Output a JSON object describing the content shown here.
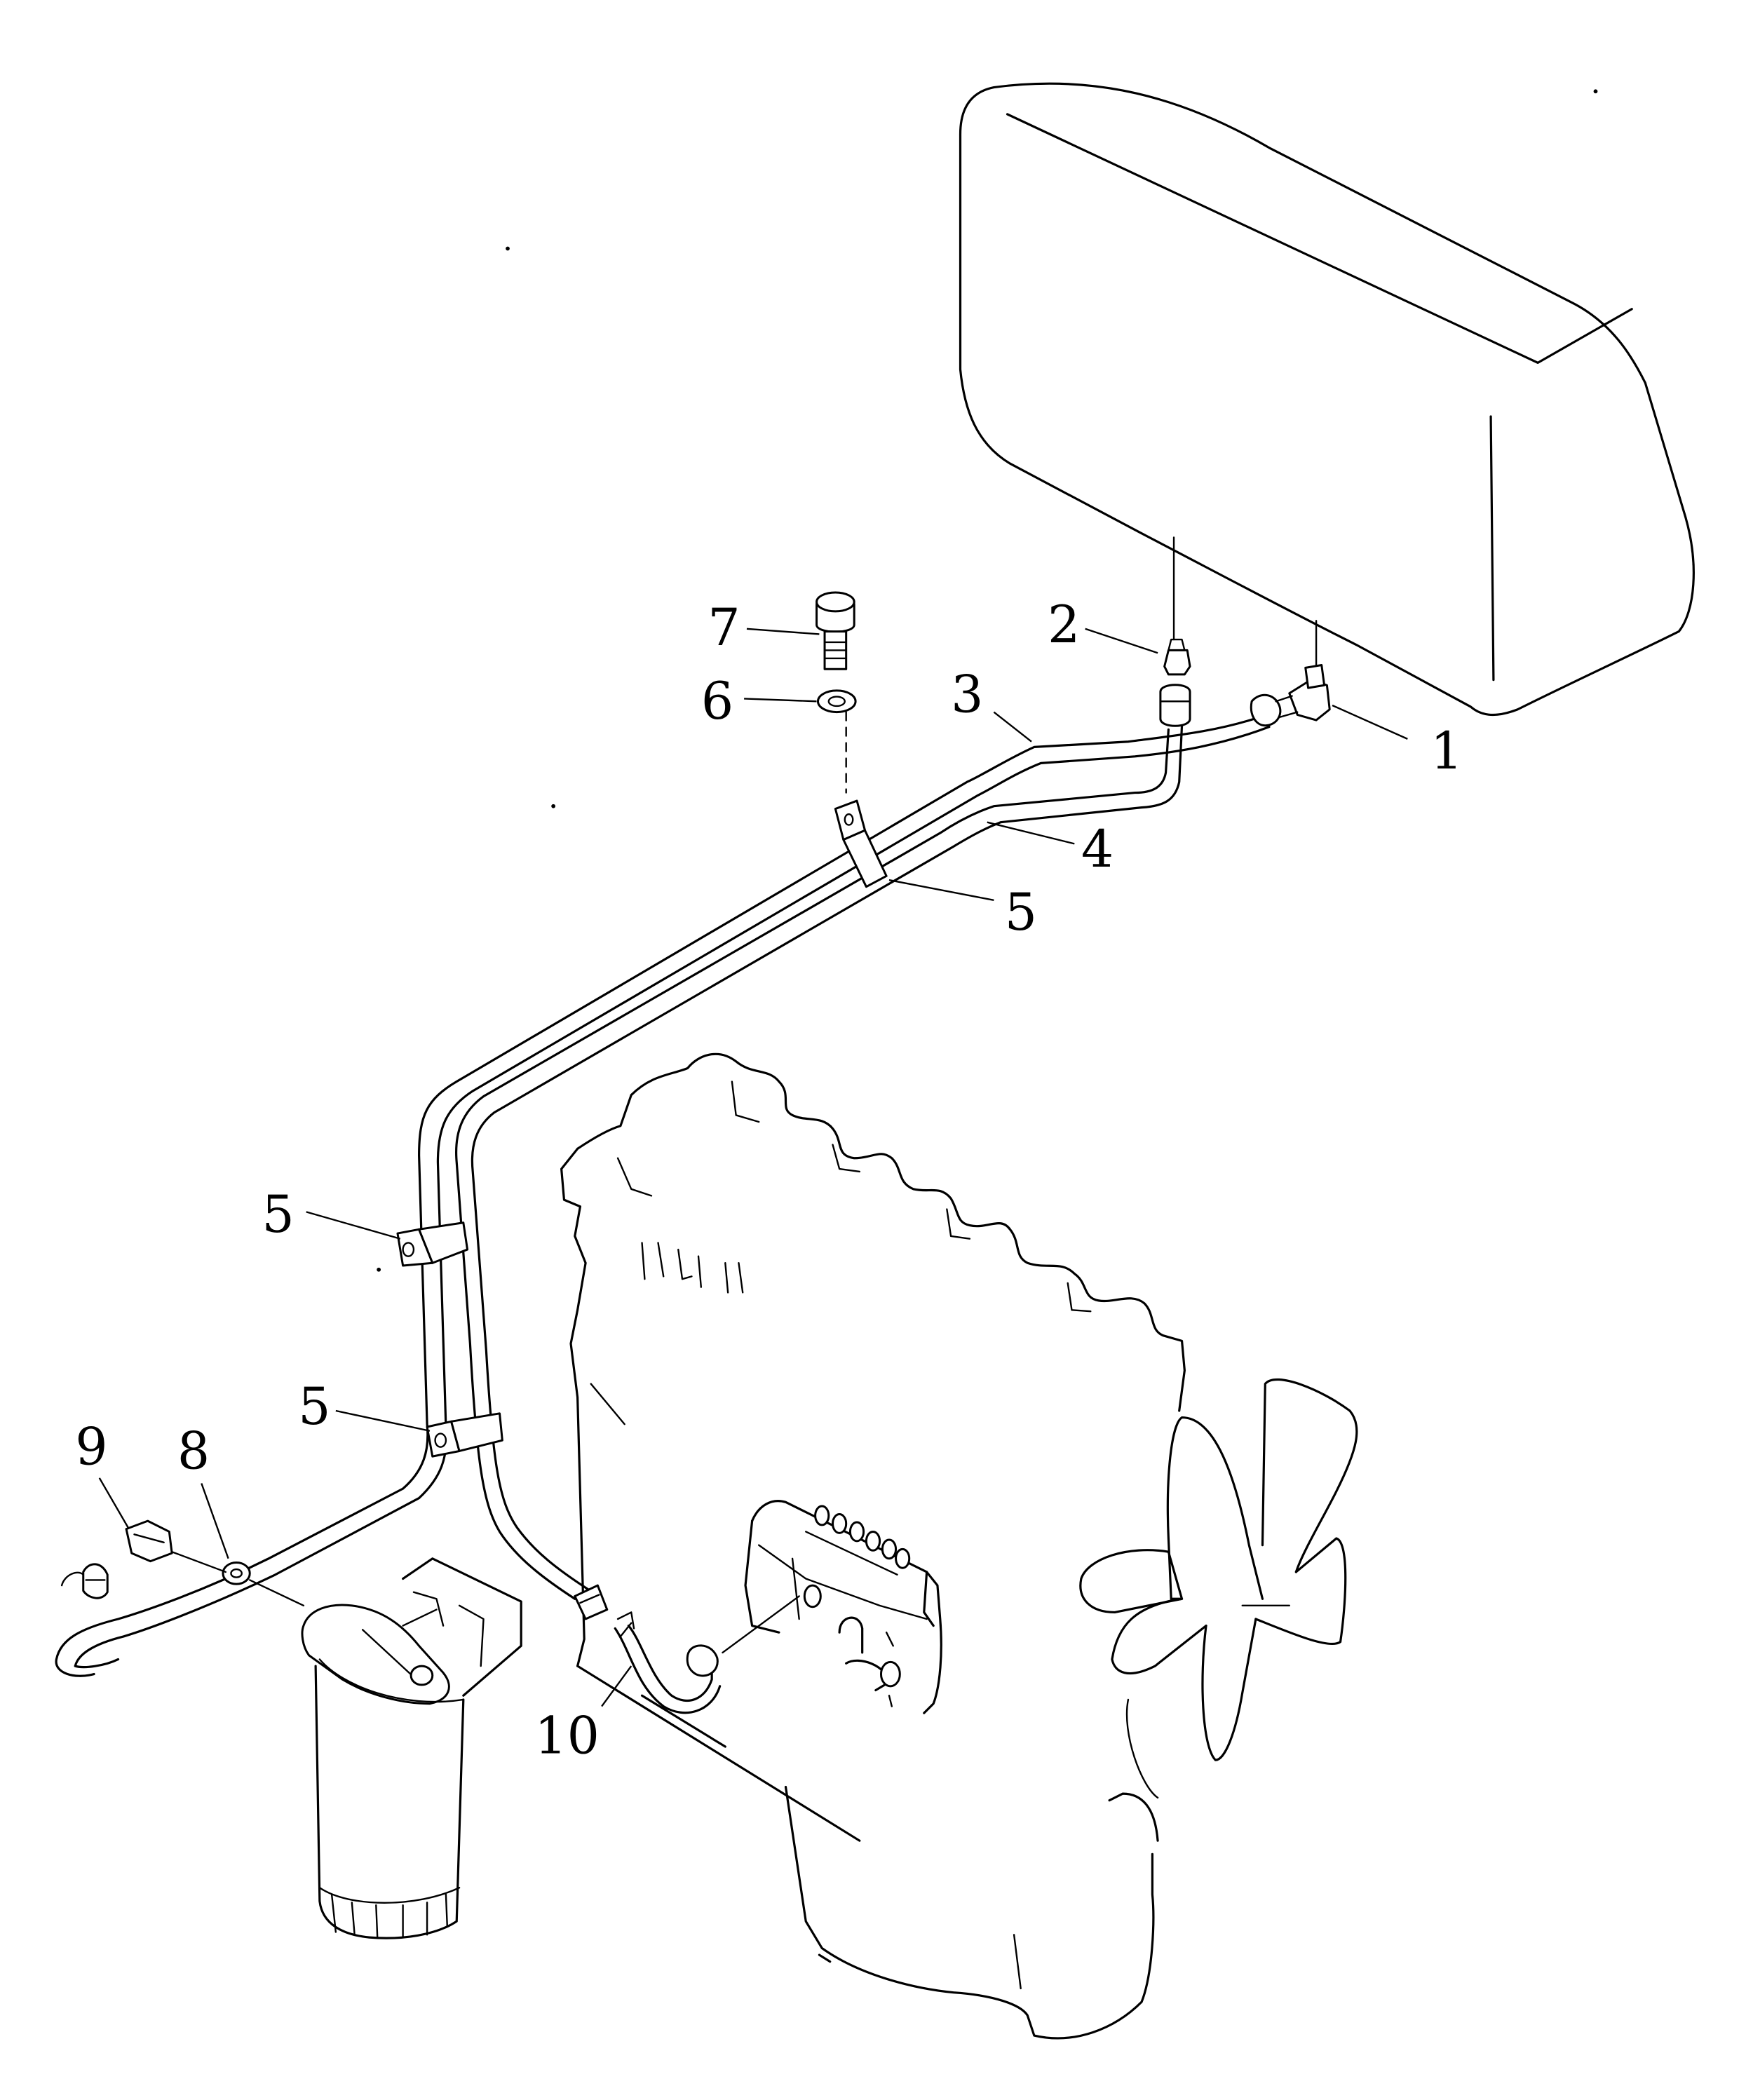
{
  "diagram": {
    "callouts": [
      {
        "id": "1",
        "label": "1"
      },
      {
        "id": "2",
        "label": "2"
      },
      {
        "id": "3",
        "label": "3"
      },
      {
        "id": "4",
        "label": "4"
      },
      {
        "id": "5a",
        "label": "5"
      },
      {
        "id": "5b",
        "label": "5"
      },
      {
        "id": "5c",
        "label": "5"
      },
      {
        "id": "6",
        "label": "6"
      },
      {
        "id": "7",
        "label": "7"
      },
      {
        "id": "8",
        "label": "8"
      },
      {
        "id": "9",
        "label": "9"
      },
      {
        "id": "10",
        "label": "10"
      }
    ],
    "parts": [
      {
        "name": "fuel-tank",
        "item": "tank"
      },
      {
        "name": "engine-block",
        "item": "engine"
      },
      {
        "name": "fuel-filter",
        "item": "filter"
      },
      {
        "name": "fuel-injection-pump",
        "item": "pump"
      },
      {
        "name": "cooling-fan",
        "item": "fan"
      }
    ]
  }
}
